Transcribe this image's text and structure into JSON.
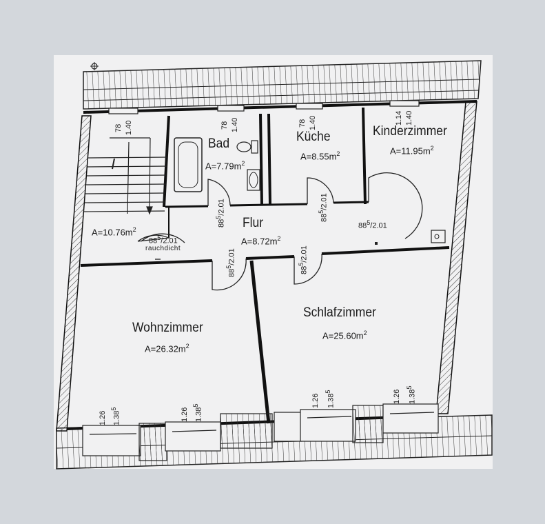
{
  "rooms": {
    "bad": {
      "name": "Bad",
      "area": "A=7.79m",
      "exp": "2"
    },
    "kueche": {
      "name": "Küche",
      "area": "A=8.55m",
      "exp": "2"
    },
    "kinder": {
      "name": "Kinderzimmer",
      "area": "A=11.95m",
      "exp": "2"
    },
    "treppe": {
      "area": "A=10.76m",
      "exp": "2"
    },
    "flur": {
      "name": "Flur",
      "area": "A=8.72m",
      "exp": "2"
    },
    "wohn": {
      "name": "Wohnzimmer",
      "area": "A=26.32m",
      "exp": "2"
    },
    "schlaf": {
      "name": "Schlafzimmer",
      "area": "A=25.60m",
      "exp": "2"
    }
  },
  "doors": {
    "base": "88",
    "sup": "5",
    "tail": "/2.01",
    "rauchdicht": "rauchdicht"
  },
  "windows_top": [
    {
      "w": "78",
      "h": "1.40"
    },
    {
      "w": "78",
      "h": "1.40"
    },
    {
      "w": "78",
      "h": "1.40"
    },
    {
      "w": "1.14",
      "h": "1.40"
    }
  ],
  "windows_bottom": [
    {
      "w": "1.26",
      "h": "1.38",
      "sup": "5"
    },
    {
      "w": "1.26",
      "h": "1.38",
      "sup": "5"
    },
    {
      "w": "1.26",
      "h": "1.38",
      "sup": "5"
    },
    {
      "w": "1.26",
      "h": "1.38",
      "sup": "5"
    }
  ],
  "colors": {
    "background": "#d3d7dc",
    "paper": "#f1f1f2",
    "ink": "#1b1b1b"
  },
  "icons": [
    "north-arrow-icon",
    "bathtub-icon",
    "toilet-icon",
    "sink-icon",
    "chimney-icon"
  ]
}
